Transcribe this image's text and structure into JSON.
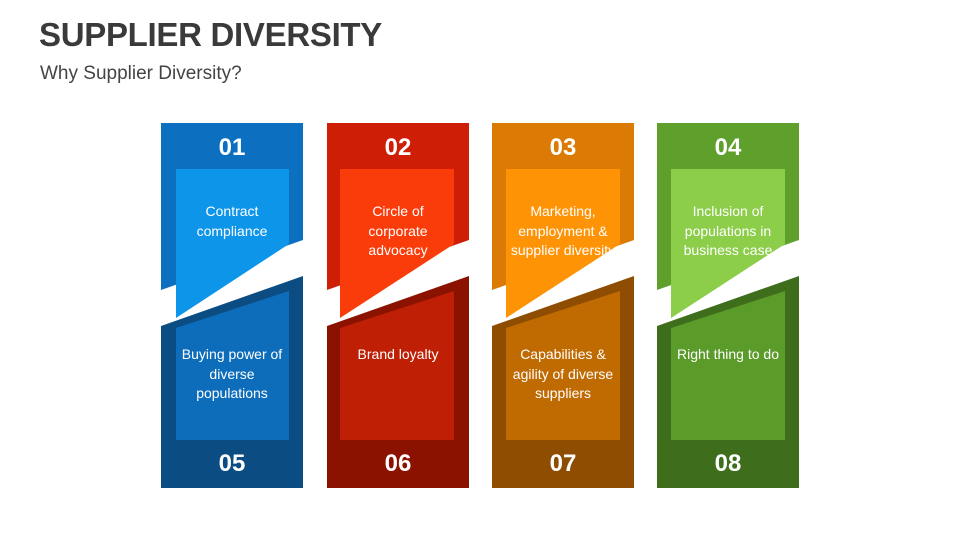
{
  "header": {
    "title": "SUPPLIER DIVERSITY",
    "subtitle": "Why Supplier Diversity?"
  },
  "columns": [
    {
      "top_number": "01",
      "top_text": "Contract compliance",
      "bottom_number": "05",
      "bottom_text": "Buying power of diverse populations",
      "colors": {
        "upper_outer": "#0c6fc0",
        "upper_inner": "#0d95ea",
        "lower_outer": "#0b4d83",
        "lower_inner": "#0d6dbb"
      }
    },
    {
      "top_number": "02",
      "top_text": "Circle of corporate advocacy",
      "bottom_number": "06",
      "bottom_text": "Brand loyalty",
      "colors": {
        "upper_outer": "#cf1e06",
        "upper_inner": "#fa3b0a",
        "lower_outer": "#8c1200",
        "lower_inner": "#bf1f04"
      }
    },
    {
      "top_number": "03",
      "top_text": "Marketing, employment & supplier diversity",
      "bottom_number": "07",
      "bottom_text": "Capabilities & agility of diverse suppliers",
      "colors": {
        "upper_outer": "#db7a04",
        "upper_inner": "#fe9306",
        "lower_outer": "#8f4d01",
        "lower_inner": "#c06a02"
      }
    },
    {
      "top_number": "04",
      "top_text": "Inclusion of populations in business case",
      "bottom_number": "08",
      "bottom_text": "Right thing to do",
      "colors": {
        "upper_outer": "#5f9f2c",
        "upper_inner": "#8ccd4a",
        "lower_outer": "#3e6d1b",
        "lower_inner": "#5b9b29"
      }
    }
  ]
}
